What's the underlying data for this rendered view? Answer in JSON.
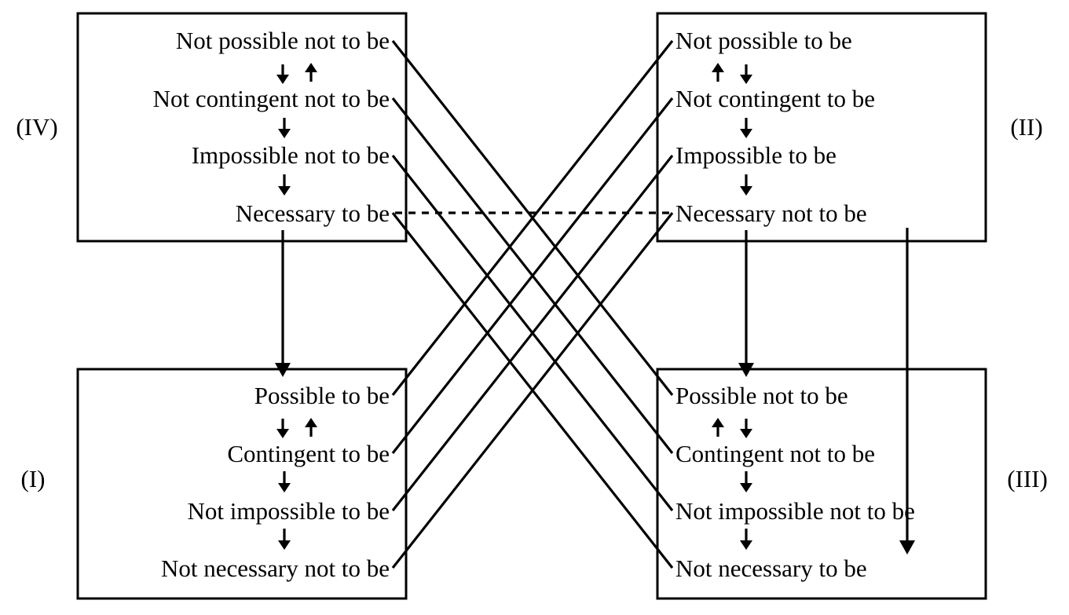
{
  "quadrants": {
    "IV": {
      "label": "(IV)",
      "items": [
        "Not possible not to be",
        "Not contingent not to be",
        "Impossible not to be",
        "Necessary to be"
      ]
    },
    "II": {
      "label": "(II)",
      "items": [
        "Not possible to be",
        "Not contingent to be",
        "Impossible to be",
        "Necessary not to be"
      ]
    },
    "I": {
      "label": "(I)",
      "items": [
        "Possible to be",
        "Contingent to be",
        "Not impossible to be",
        "Not necessary not to be"
      ]
    },
    "III": {
      "label": "(III)",
      "items": [
        "Possible not to be",
        "Contingent not to be",
        "Not impossible not to be",
        "Not necessary to be"
      ]
    }
  }
}
